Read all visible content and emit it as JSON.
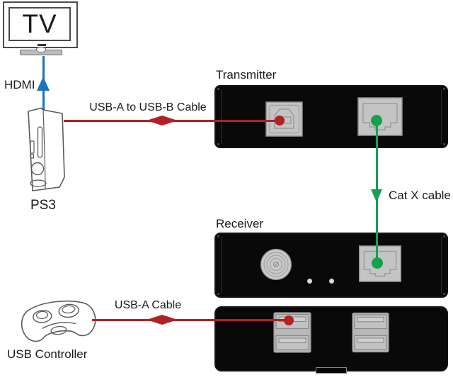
{
  "devices": {
    "tv": {
      "label": "TV"
    },
    "ps3": {
      "label": "PS3"
    },
    "transmitter": {
      "label": "Transmitter"
    },
    "receiver": {
      "label": "Receiver"
    },
    "controller": {
      "label": "USB Controller"
    }
  },
  "cables": {
    "hdmi": {
      "label": "HDMI",
      "direction": "up"
    },
    "usb_ab": {
      "label": "USB-A to USB-B Cable",
      "direction": "bidirectional"
    },
    "catx": {
      "label": "Cat X cable",
      "direction": "down"
    },
    "usb_a": {
      "label": "USB-A Cable",
      "direction": "bidirectional"
    }
  },
  "colors": {
    "cable-red": "#b22028",
    "cable-blue": "#1b75bc",
    "cable-green": "#14a150"
  },
  "icons": [
    "tv-icon",
    "ps3-console-icon",
    "gamepad-icon",
    "usb-b-port-icon",
    "rj45-port-icon",
    "power-connector-icon",
    "usb-a-port-icon",
    "led-indicator",
    "arrow-icons",
    "plug-dots"
  ]
}
